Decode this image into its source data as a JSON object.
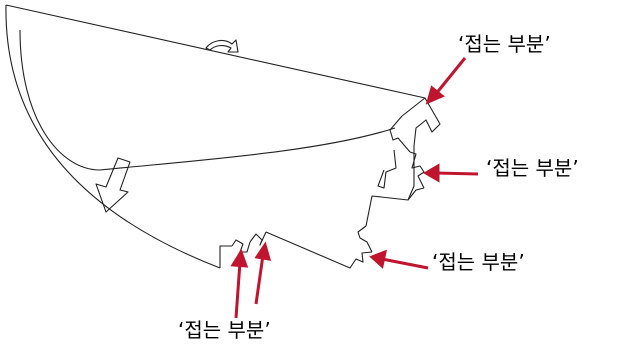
{
  "diagram": {
    "labels": {
      "top_right": "‘접는 부분’",
      "right_middle": "‘접는 부분’",
      "right_lower": "‘접는 부분’",
      "bottom": "‘접는 부분’"
    },
    "colors": {
      "outline": "#222222",
      "arrow": "#c0152f",
      "text": "#000000"
    }
  }
}
